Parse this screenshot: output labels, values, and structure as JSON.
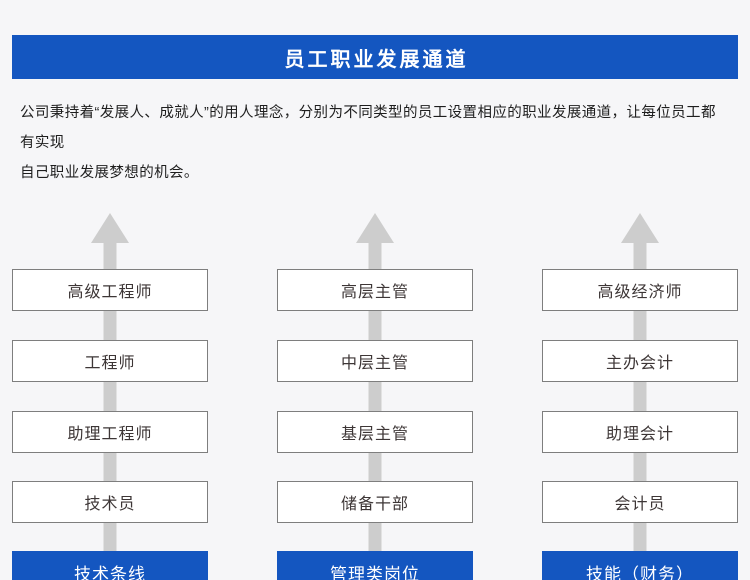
{
  "header": {
    "title": "员工职业发展通道"
  },
  "intro_lines": [
    "公司秉持着“发展人、成就人”的用人理念，分别为不同类型的员工设置相应的职业发展通道，让每位员工都有实现",
    "自己职业发展梦想的机会。"
  ],
  "channels": [
    {
      "track_label": "技术条线",
      "levels_top_down": [
        "高级工程师",
        "工程师",
        "助理工程师",
        "技术员"
      ]
    },
    {
      "track_label": "管理类岗位",
      "levels_top_down": [
        "高层主管",
        "中层主管",
        "基层主管",
        "储备干部"
      ]
    },
    {
      "track_label": "技能（财务）",
      "levels_top_down": [
        "高级经济师",
        "主办会计",
        "助理会计",
        "会计员"
      ]
    }
  ],
  "icons": {
    "up_arrow": "up-arrow-icon"
  },
  "colors": {
    "accent_blue": "#1456c0",
    "arrow_gray": "#cdcdcd",
    "background": "#f6f6f8",
    "box_border": "#7e7e7e",
    "box_text": "#3d3636"
  }
}
